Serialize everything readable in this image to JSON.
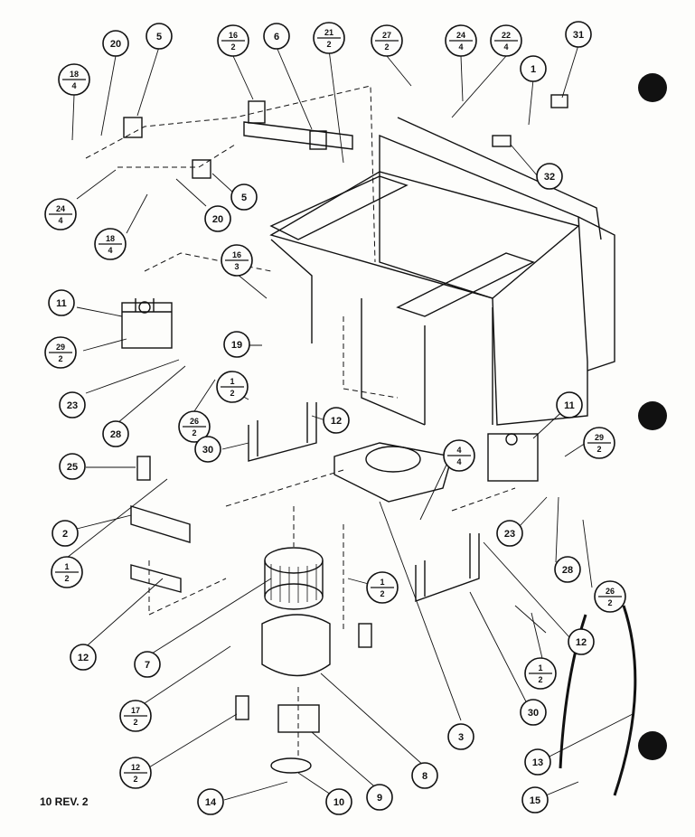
{
  "revision": "10 REV. 2",
  "callouts": [
    {
      "id": "c-18-4a",
      "top": "18",
      "bottom": "4"
    },
    {
      "id": "c-20a",
      "text": "20"
    },
    {
      "id": "c-5a",
      "text": "5"
    },
    {
      "id": "c-16-2",
      "top": "16",
      "bottom": "2"
    },
    {
      "id": "c-6",
      "text": "6"
    },
    {
      "id": "c-21-2",
      "top": "21",
      "bottom": "2"
    },
    {
      "id": "c-27-2",
      "top": "27",
      "bottom": "2"
    },
    {
      "id": "c-24-4a",
      "top": "24",
      "bottom": "4"
    },
    {
      "id": "c-22-4",
      "top": "22",
      "bottom": "4"
    },
    {
      "id": "c-31",
      "text": "31"
    },
    {
      "id": "c-1",
      "text": "1"
    },
    {
      "id": "c-32",
      "text": "32"
    },
    {
      "id": "c-24-4b",
      "top": "24",
      "bottom": "4"
    },
    {
      "id": "c-5b",
      "text": "5"
    },
    {
      "id": "c-20b",
      "text": "20"
    },
    {
      "id": "c-18-4b",
      "top": "18",
      "bottom": "4"
    },
    {
      "id": "c-16-3",
      "top": "16",
      "bottom": "3"
    },
    {
      "id": "c-11a",
      "text": "11"
    },
    {
      "id": "c-29-2a",
      "top": "29",
      "bottom": "2"
    },
    {
      "id": "c-19",
      "text": "19"
    },
    {
      "id": "c-23a",
      "text": "23"
    },
    {
      "id": "c-28a",
      "text": "28"
    },
    {
      "id": "c-26-2a",
      "top": "26",
      "bottom": "2"
    },
    {
      "id": "c-1-2a",
      "top": "1",
      "bottom": "2"
    },
    {
      "id": "c-12a",
      "text": "12"
    },
    {
      "id": "c-25",
      "text": "25"
    },
    {
      "id": "c-30a",
      "text": "30"
    },
    {
      "id": "c-11b",
      "text": "11"
    },
    {
      "id": "c-29-2b",
      "top": "29",
      "bottom": "2"
    },
    {
      "id": "c-4-4",
      "top": "4",
      "bottom": "4"
    },
    {
      "id": "c-2",
      "text": "2"
    },
    {
      "id": "c-23b",
      "text": "23"
    },
    {
      "id": "c-28b",
      "text": "28"
    },
    {
      "id": "c-26-2b",
      "top": "26",
      "bottom": "2"
    },
    {
      "id": "c-1-2b",
      "top": "1",
      "bottom": "2"
    },
    {
      "id": "c-12b",
      "text": "12"
    },
    {
      "id": "c-1-2c",
      "top": "1",
      "bottom": "2"
    },
    {
      "id": "c-12c",
      "text": "12"
    },
    {
      "id": "c-7",
      "text": "7"
    },
    {
      "id": "c-1-2d",
      "top": "1",
      "bottom": "2"
    },
    {
      "id": "c-17-2",
      "top": "17",
      "bottom": "2"
    },
    {
      "id": "c-3",
      "text": "3"
    },
    {
      "id": "c-30b",
      "text": "30"
    },
    {
      "id": "c-8",
      "text": "8"
    },
    {
      "id": "c-12-2",
      "top": "12",
      "bottom": "2"
    },
    {
      "id": "c-9",
      "text": "9"
    },
    {
      "id": "c-13",
      "text": "13"
    },
    {
      "id": "c-15",
      "text": "15"
    },
    {
      "id": "c-14",
      "text": "14"
    },
    {
      "id": "c-10",
      "text": "10"
    }
  ]
}
